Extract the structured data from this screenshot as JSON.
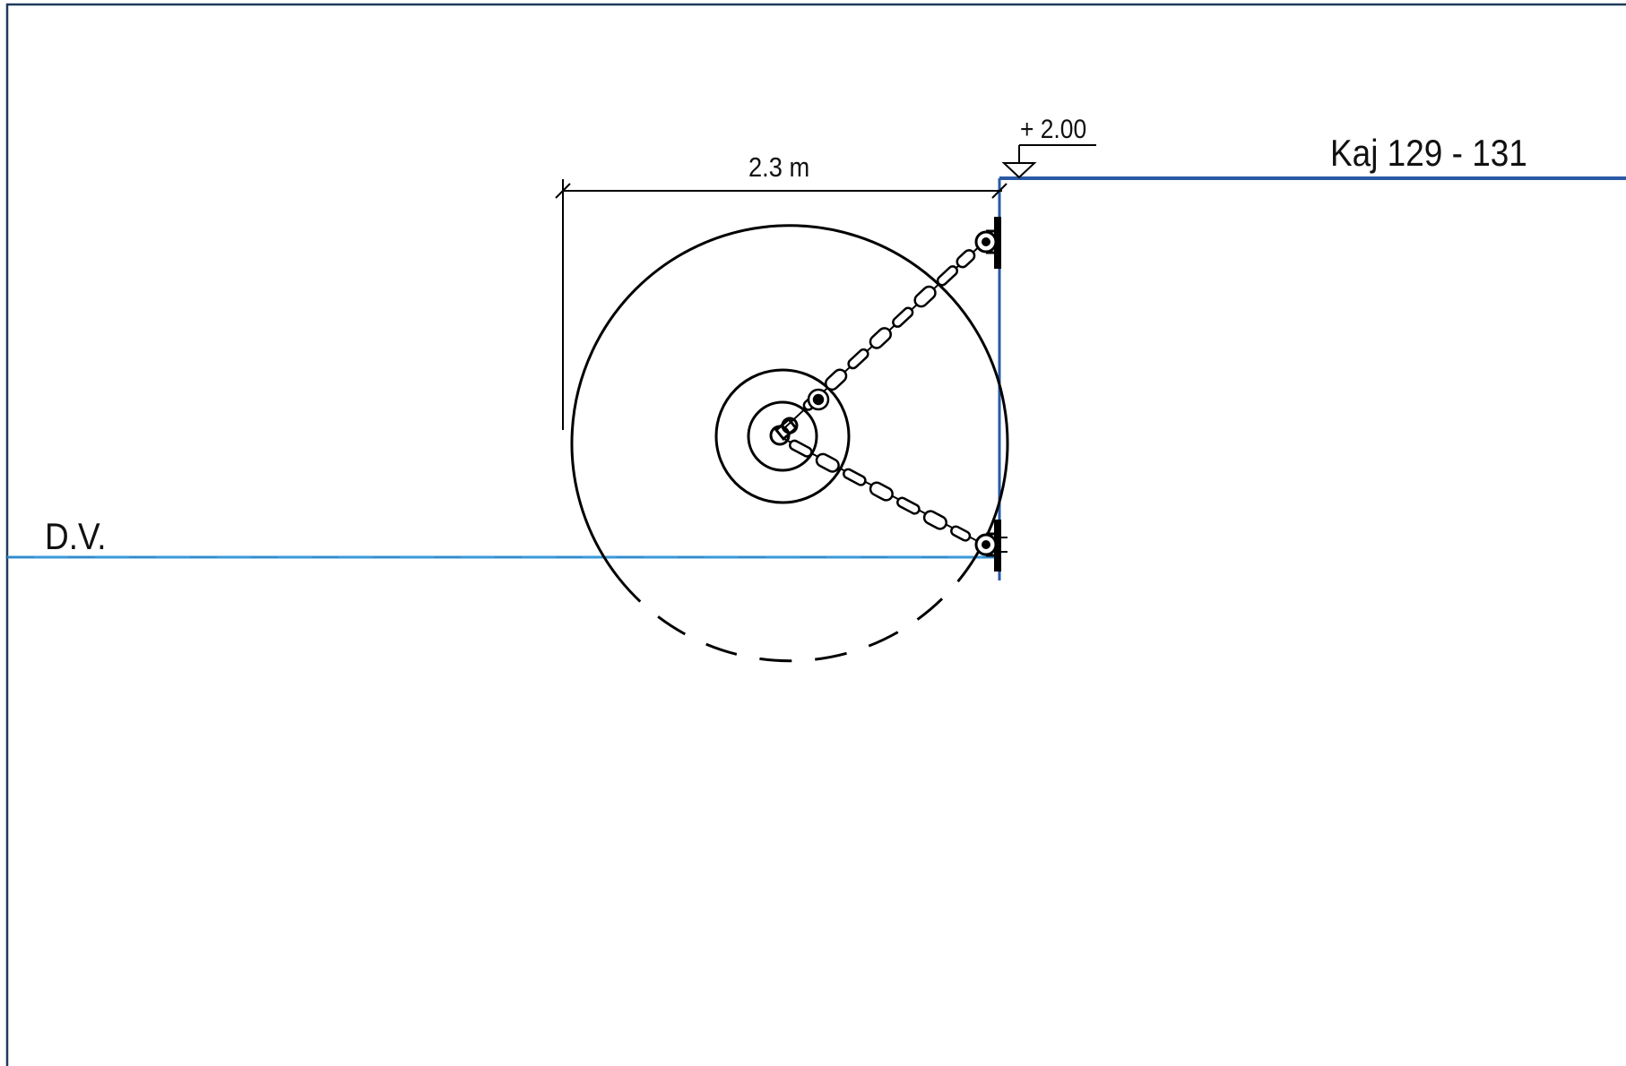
{
  "drawing": {
    "dimension_label": "2.3 m",
    "elevation_label": "+ 2.00",
    "quay_label": "Kaj 129 - 131",
    "water_label": "D.V."
  },
  "colors": {
    "frame": "#1f3a5c",
    "quay_line": "#2a5aa6",
    "water_line": "#3a9ad9",
    "ink": "#000000"
  }
}
